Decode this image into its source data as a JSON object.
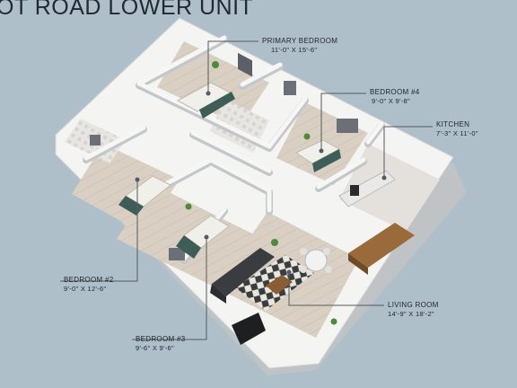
{
  "title": "OT ROAD LOWER UNIT",
  "rooms": [
    {
      "key": "primary",
      "name": "PRIMARY BEDROOM",
      "dims": "11'-0\" X 15'-6\""
    },
    {
      "key": "bed4",
      "name": "BEDROOM #4",
      "dims": "9'-0\" X 9'-8\""
    },
    {
      "key": "kitchen",
      "name": "KITCHEN",
      "dims": "7'-3\" X 11'-0\""
    },
    {
      "key": "bed2",
      "name": "BEDROOM #2",
      "dims": "9'-0\" X 12'-6\""
    },
    {
      "key": "living",
      "name": "LIVING ROOM",
      "dims": "14'-9\" X 18'-2\""
    },
    {
      "key": "bed3",
      "name": "BEDROOM #3",
      "dims": "9'-6\" X 9'-6\""
    }
  ],
  "colors": {
    "background": "#aebfca",
    "wall": "#f3f3f1",
    "wall_shadow": "#c9cdcf",
    "floor": "#d8cfc1",
    "bedding_accent": "#3e5d56",
    "sofa": "#3a3d40",
    "island": "#9a6a3a",
    "leader": "#555a60"
  }
}
